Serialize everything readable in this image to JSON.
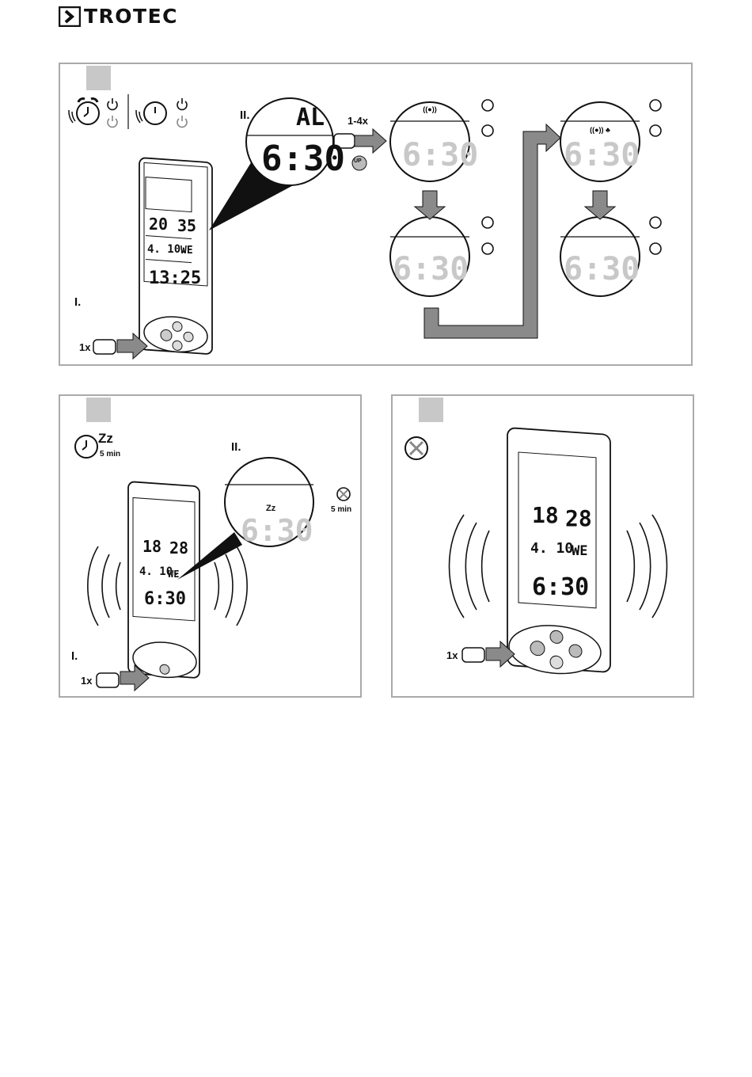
{
  "brand": "TROTEC",
  "panel1": {
    "step_i": "I.",
    "step_ii": "II.",
    "press_once": "1x",
    "press_range": "1-4x",
    "up_button": "UP",
    "lcd_al": "AL",
    "lcd_time": "6:30",
    "device_temp": "20",
    "device_humidity": "35",
    "device_date": "4. 10.",
    "device_weekday": "WE",
    "device_clock": "13:25",
    "ghost_time": "6:30"
  },
  "panel2": {
    "step_i": "I.",
    "step_ii": "II.",
    "press_once": "1x",
    "snooze_symbol": "Zz",
    "snooze_duration": "5 min",
    "snooze_duration_right": "5 min",
    "lcd_time": "6:30",
    "device_temp": "18",
    "device_humidity": "28",
    "device_date": "4. 10.",
    "device_weekday": "WE",
    "device_clock": "6:30"
  },
  "panel3": {
    "press_once": "1x",
    "device_temp": "18",
    "device_humidity": "28",
    "device_date": "4. 10.",
    "device_weekday": "WE",
    "device_clock": "6:30"
  },
  "colors": {
    "border": "#aaaaaa",
    "step_badge": "#c8c8c8",
    "arrow": "#8a8a8a",
    "ghost_digits": "#c8c8c8"
  },
  "icons": [
    "trotec-logo-icon",
    "alarm-clock-icon",
    "power-icon",
    "hand-press-icon",
    "arrow-right-icon",
    "arrow-down-icon",
    "vibration-waves-icon",
    "alarm-off-icon"
  ]
}
